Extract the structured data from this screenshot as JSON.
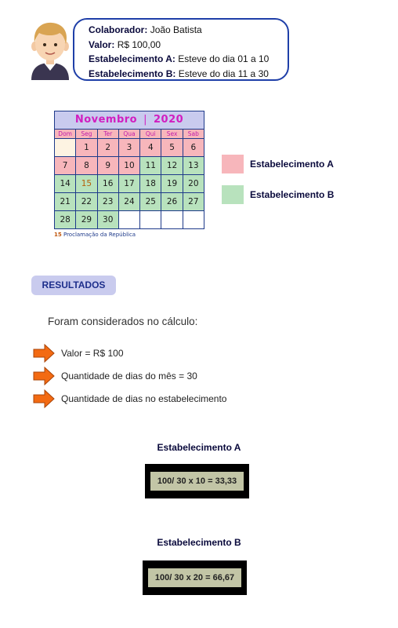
{
  "header": {
    "collaborator_label": "Colaborador:",
    "collaborator_value": "João Batista",
    "value_label": "Valor:",
    "value_value": "R$ 100,00",
    "est_a_label": "Estabelecimento A:",
    "est_a_value": "Esteve do dia 01 a 10",
    "est_b_label": "Estabelecimento B:",
    "est_b_value": "Esteve do dia 11 a 30"
  },
  "calendar": {
    "month": "Novembro",
    "separator": "|",
    "year": "2020",
    "weekdays": [
      "Dom",
      "Seg",
      "Ter",
      "Qua",
      "Qui",
      "Sex",
      "Sab"
    ],
    "cells": [
      {
        "d": "",
        "t": "blank"
      },
      {
        "d": "1",
        "t": "a"
      },
      {
        "d": "2",
        "t": "a"
      },
      {
        "d": "3",
        "t": "a"
      },
      {
        "d": "4",
        "t": "a"
      },
      {
        "d": "5",
        "t": "a"
      },
      {
        "d": "6",
        "t": "a"
      },
      {
        "d": "7",
        "t": "a"
      },
      {
        "d": "8",
        "t": "a"
      },
      {
        "d": "9",
        "t": "a"
      },
      {
        "d": "10",
        "t": "a"
      },
      {
        "d": "11",
        "t": "b"
      },
      {
        "d": "12",
        "t": "b"
      },
      {
        "d": "13",
        "t": "b"
      },
      {
        "d": "14",
        "t": "b"
      },
      {
        "d": "15",
        "t": "b",
        "holiday": true
      },
      {
        "d": "16",
        "t": "b"
      },
      {
        "d": "17",
        "t": "b"
      },
      {
        "d": "18",
        "t": "b"
      },
      {
        "d": "19",
        "t": "b"
      },
      {
        "d": "20",
        "t": "b"
      },
      {
        "d": "21",
        "t": "b"
      },
      {
        "d": "22",
        "t": "b"
      },
      {
        "d": "23",
        "t": "b"
      },
      {
        "d": "24",
        "t": "b"
      },
      {
        "d": "25",
        "t": "b"
      },
      {
        "d": "26",
        "t": "b"
      },
      {
        "d": "27",
        "t": "b"
      },
      {
        "d": "28",
        "t": "b"
      },
      {
        "d": "29",
        "t": "b"
      },
      {
        "d": "30",
        "t": "b"
      },
      {
        "d": "",
        "t": "w"
      },
      {
        "d": "",
        "t": "w"
      },
      {
        "d": "",
        "t": "w"
      },
      {
        "d": "",
        "t": "w"
      }
    ],
    "note_number": "15",
    "note_text": "Proclamação da República"
  },
  "legend": {
    "a_label": "Estabelecimento A",
    "b_label": "Estabelecimento B"
  },
  "results": {
    "badge": "RESULTADOS",
    "intro": "Foram considerados no cálculo:",
    "bullets": [
      "Valor = R$ 100",
      "Quantidade de dias do mês = 30",
      "Quantidade de dias no estabelecimento"
    ],
    "est_a_title": "Estabelecimento A",
    "est_a_formula": "100/ 30 x 10 = 33,33",
    "est_b_title": "Estabelecimento B",
    "est_b_formula": "100/ 30 x 20 = 66,67"
  },
  "colors": {
    "est_a": "#f7b6bb",
    "est_b": "#b8e2bd",
    "accent_blue": "#1f3fa8",
    "title_magenta": "#d11ec0",
    "arrow_orange": "#f36a12"
  },
  "icons": {
    "avatar": "person-avatar-icon",
    "bullet": "orange-arrow-right-icon"
  }
}
